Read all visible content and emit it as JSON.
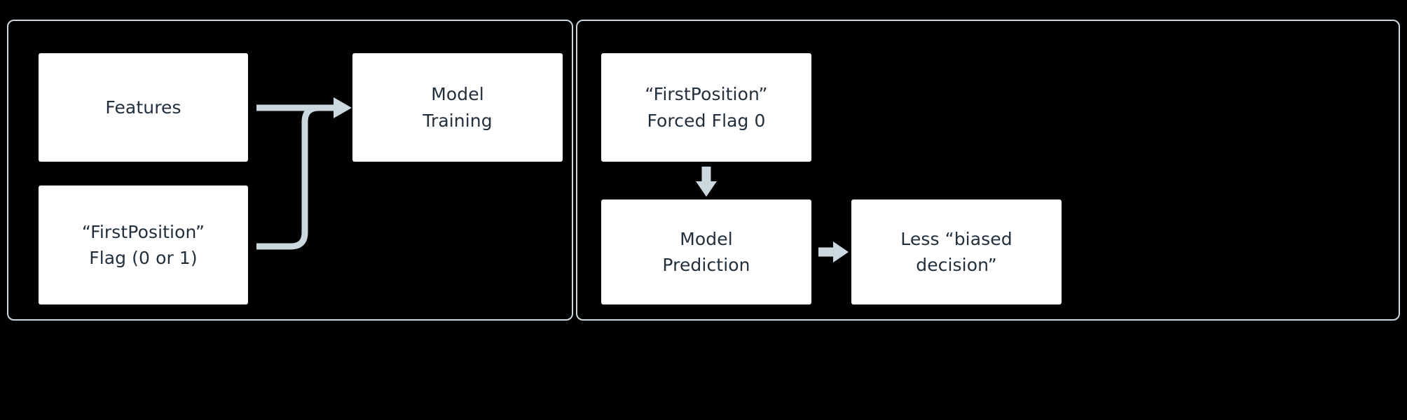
{
  "diagram": {
    "background_color": "#000000",
    "panel_border_color": "#ccd8e0",
    "node_fill_color": "#ffffff",
    "node_text_color": "#222f3c",
    "arrow_color": "#ccd8e0",
    "panels": [
      {
        "id": "training",
        "name": "training-panel"
      },
      {
        "id": "inference",
        "name": "inference-panel"
      }
    ],
    "nodes": {
      "features": {
        "line1": "Features"
      },
      "flag": {
        "line1": "“FirstPosition”",
        "line2": "Flag (0 or 1)"
      },
      "training": {
        "line1": "Model",
        "line2": "Training"
      },
      "forced": {
        "line1": "“FirstPosition”",
        "line2": "Forced Flag 0"
      },
      "prediction": {
        "line1": "Model",
        "line2": "Prediction"
      },
      "decision": {
        "line1": "Less “biased",
        "line2": "decision”"
      }
    },
    "connectors": [
      {
        "name": "features-to-training-arrow",
        "from": "features",
        "to": "training",
        "shape": "straight-right"
      },
      {
        "name": "flag-to-training-arrow",
        "from": "flag",
        "to": "training",
        "shape": "elbow-up-right"
      },
      {
        "name": "forced-to-prediction-arrow",
        "from": "forced",
        "to": "prediction",
        "shape": "straight-down"
      },
      {
        "name": "prediction-to-decision-arrow",
        "from": "prediction",
        "to": "decision",
        "shape": "straight-right"
      }
    ]
  }
}
